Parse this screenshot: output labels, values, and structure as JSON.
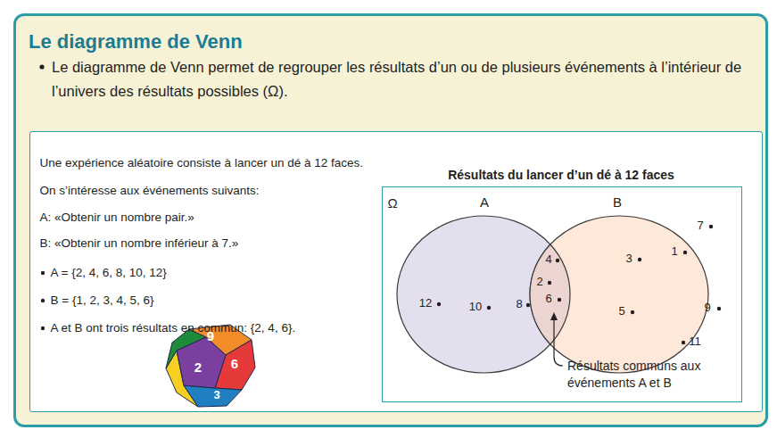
{
  "diagram": {
    "nodes": [
      {
        "text": [
          "Le diagramme de Venn",
          "Le diagramme de Venn permet de regrouper les résultats d’un ou de plusieurs événements à l’intérieur de l’univers des résultats possibles (Ω)."
        ]
      },
      {
        "text": [
          "Une expérience aléatoire consiste à lancer un dé à 12 faces.",
          "On s’intéresse aux événements suivants:",
          "A: «Obtenir un nombre pair.»",
          "B: «Obtenir un nombre inférieur à 7.»",
          "A = {2, 4, 6, 8, 10, 12}",
          "B = {1, 2, 3, 4, 5, 6}",
          "A et B ont trois résultats en commun: {2, 4, 6}."
        ],
        "in": 0
      },
      {
        "text": [
          "Résultats du lancer d’un dé à 12 faces",
          "Ω",
          "7",
          "9",
          "11"
        ],
        "in": 1
      },
      {
        "text": [
          "A",
          "12",
          "10",
          "8"
        ],
        "in": 2
      },
      {
        "text": [
          "B",
          "3",
          "1",
          "5"
        ],
        "in": 2
      },
      {
        "text": [
          "4",
          "2",
          "6"
        ],
        "in": 2
      }
    ],
    "labels": [
      "Résultats communs aux événements A et B",
      "9",
      "2",
      "6",
      "3",
      "7"
    ]
  }
}
